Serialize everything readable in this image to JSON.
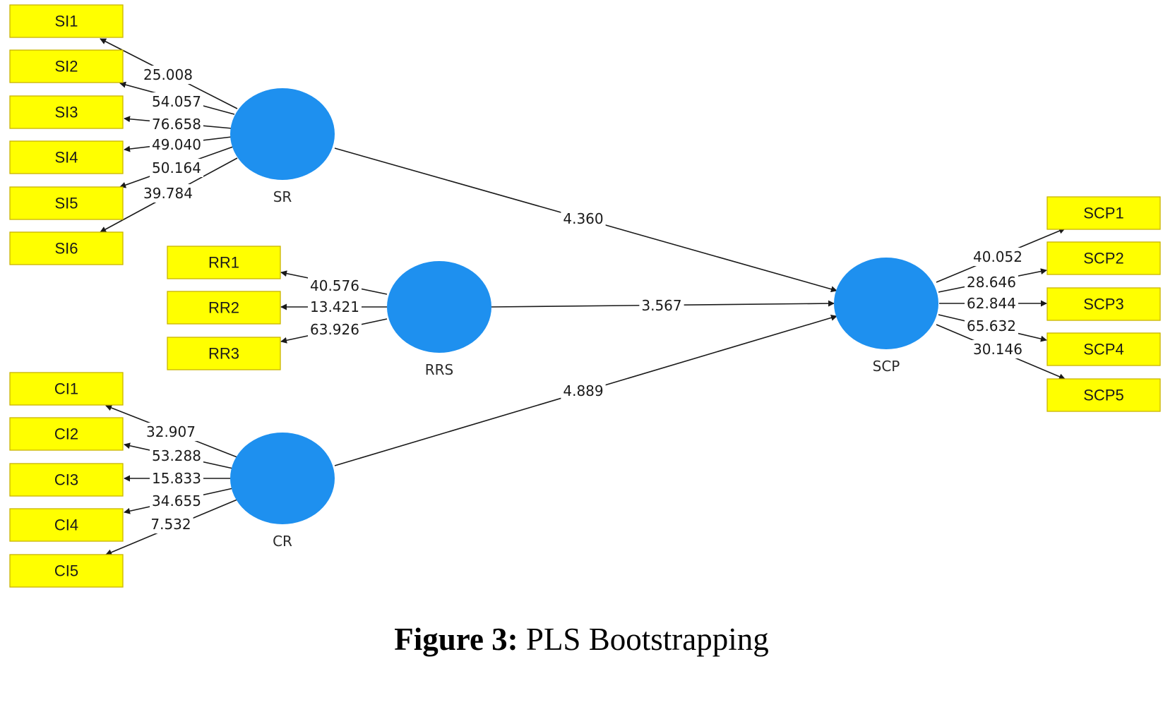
{
  "caption": {
    "label": "Figure 3:",
    "text": "PLS Bootstrapping"
  },
  "colors": {
    "indicator_fill": "#ffff00",
    "construct_fill": "#1e90ef"
  },
  "constructs": [
    {
      "id": "SR",
      "label": "SR"
    },
    {
      "id": "RRS",
      "label": "RRS"
    },
    {
      "id": "CR",
      "label": "CR"
    },
    {
      "id": "SCP",
      "label": "SCP"
    }
  ],
  "indicators": [
    {
      "id": "SI1",
      "label": "SI1",
      "construct": "SR"
    },
    {
      "id": "SI2",
      "label": "SI2",
      "construct": "SR"
    },
    {
      "id": "SI3",
      "label": "SI3",
      "construct": "SR"
    },
    {
      "id": "SI4",
      "label": "SI4",
      "construct": "SR"
    },
    {
      "id": "SI5",
      "label": "SI5",
      "construct": "SR"
    },
    {
      "id": "SI6",
      "label": "SI6",
      "construct": "SR"
    },
    {
      "id": "RR1",
      "label": "RR1",
      "construct": "RRS"
    },
    {
      "id": "RR2",
      "label": "RR2",
      "construct": "RRS"
    },
    {
      "id": "RR3",
      "label": "RR3",
      "construct": "RRS"
    },
    {
      "id": "CI1",
      "label": "CI1",
      "construct": "CR"
    },
    {
      "id": "CI2",
      "label": "CI2",
      "construct": "CR"
    },
    {
      "id": "CI3",
      "label": "CI3",
      "construct": "CR"
    },
    {
      "id": "CI4",
      "label": "CI4",
      "construct": "CR"
    },
    {
      "id": "CI5",
      "label": "CI5",
      "construct": "CR"
    },
    {
      "id": "SCP1",
      "label": "SCP1",
      "construct": "SCP"
    },
    {
      "id": "SCP2",
      "label": "SCP2",
      "construct": "SCP"
    },
    {
      "id": "SCP3",
      "label": "SCP3",
      "construct": "SCP"
    },
    {
      "id": "SCP4",
      "label": "SCP4",
      "construct": "SCP"
    },
    {
      "id": "SCP5",
      "label": "SCP5",
      "construct": "SCP"
    }
  ],
  "loadings": [
    {
      "from": "SR",
      "to": "SI1",
      "value": "25.008"
    },
    {
      "from": "SR",
      "to": "SI2",
      "value": "54.057"
    },
    {
      "from": "SR",
      "to": "SI3",
      "value": "76.658"
    },
    {
      "from": "SR",
      "to": "SI4",
      "value": "49.040"
    },
    {
      "from": "SR",
      "to": "SI5",
      "value": "50.164"
    },
    {
      "from": "SR",
      "to": "SI6",
      "value": "39.784"
    },
    {
      "from": "RRS",
      "to": "RR1",
      "value": "40.576"
    },
    {
      "from": "RRS",
      "to": "RR2",
      "value": "13.421"
    },
    {
      "from": "RRS",
      "to": "RR3",
      "value": "63.926"
    },
    {
      "from": "CR",
      "to": "CI1",
      "value": "32.907"
    },
    {
      "from": "CR",
      "to": "CI2",
      "value": "53.288"
    },
    {
      "from": "CR",
      "to": "CI3",
      "value": "15.833"
    },
    {
      "from": "CR",
      "to": "CI4",
      "value": "34.655"
    },
    {
      "from": "CR",
      "to": "CI5",
      "value": "7.532"
    },
    {
      "from": "SCP",
      "to": "SCP1",
      "value": "40.052"
    },
    {
      "from": "SCP",
      "to": "SCP2",
      "value": "28.646"
    },
    {
      "from": "SCP",
      "to": "SCP3",
      "value": "62.844"
    },
    {
      "from": "SCP",
      "to": "SCP4",
      "value": "65.632"
    },
    {
      "from": "SCP",
      "to": "SCP5",
      "value": "30.146"
    }
  ],
  "paths": [
    {
      "from": "SR",
      "to": "SCP",
      "value": "4.360"
    },
    {
      "from": "RRS",
      "to": "SCP",
      "value": "3.567"
    },
    {
      "from": "CR",
      "to": "SCP",
      "value": "4.889"
    }
  ]
}
